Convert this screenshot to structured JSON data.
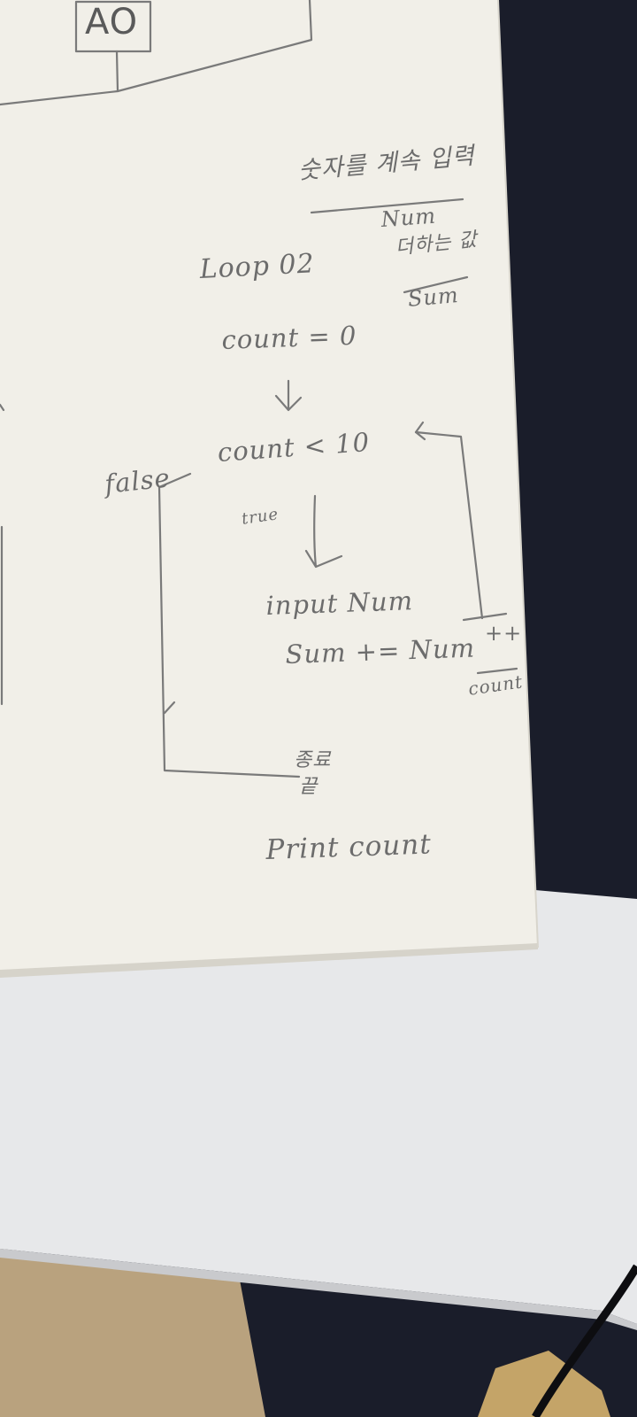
{
  "notes": {
    "box_label": "AO",
    "heading_korean": "숫자를 계속 입력",
    "var_num": "Num",
    "heading_korean_2": "더하는 값",
    "var_sum": "Sum",
    "title": "Loop 02",
    "init": "count = 0",
    "condition": "count < 10",
    "false_label": "false",
    "true_label": "true",
    "step_input": "input Num",
    "step_sum": "Sum += Num",
    "increment": "++",
    "increment_var": "count",
    "end_label": "종료",
    "end_label_2": "끝",
    "output": "Print count"
  },
  "colors": {
    "paper": "#f1efe8",
    "pencil": "#6c6c6c",
    "desk": "#e7e8ea",
    "background": "#1a1d2a",
    "fabric": "#b9a27e"
  }
}
